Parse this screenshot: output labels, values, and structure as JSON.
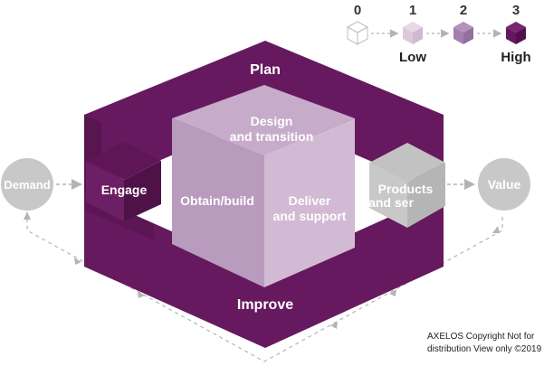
{
  "diagram": {
    "labels": {
      "plan": "Plan",
      "improve": "Improve",
      "engage": "Engage",
      "design": [
        "Design",
        "and transition"
      ],
      "obtain": "Obtain/build",
      "deliver": [
        "Deliver",
        "and support"
      ],
      "products": [
        "Products",
        "and ser"
      ],
      "demand": "Demand",
      "value": "Value"
    }
  },
  "legend": {
    "levels": [
      "0",
      "1",
      "2",
      "3"
    ],
    "low": "Low",
    "high": "High",
    "level_colors": [
      "#ffffff",
      "#dcc8dc",
      "#a47fae",
      "#66175e"
    ]
  },
  "copyright": {
    "line1": "AXELOS Copyright Not for",
    "line2": "distribution View only ©2019"
  },
  "colors": {
    "plum": "#66195e",
    "plum_dark": "#4e1148",
    "lilac": "#c4a8c8",
    "lilac_mid": "#b89bbd",
    "lilac_light": "#d2bad4",
    "grey": "#c8c8c8",
    "dash": "#b4b4b4"
  }
}
